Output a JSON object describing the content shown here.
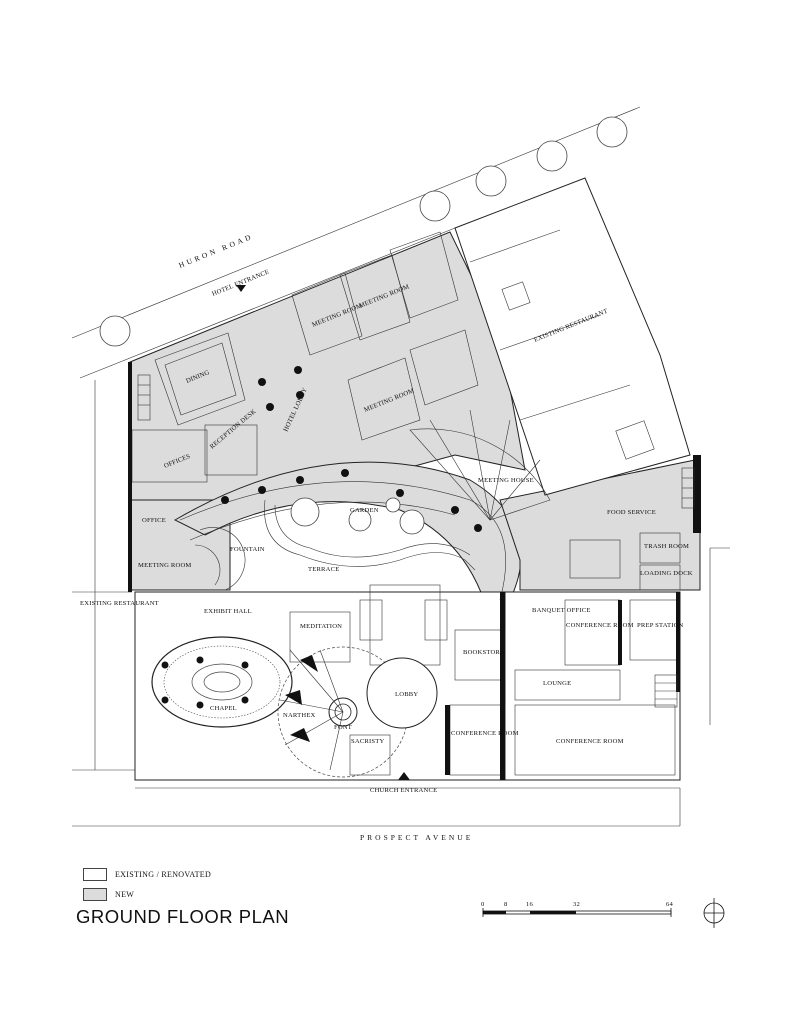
{
  "title": "GROUND FLOOR PLAN",
  "legend": [
    {
      "label": "EXISTING / RENOVATED",
      "fill": "#ffffff"
    },
    {
      "label": "NEW",
      "fill": "#dcdcdc"
    }
  ],
  "streets": {
    "north": "HURON ROAD",
    "south": "PROSPECT AVENUE"
  },
  "entrances": {
    "hotel": "HOTEL ENTRANCE",
    "church": "CHURCH ENTRANCE"
  },
  "rooms": {
    "dining": "DINING",
    "meeting_room_1": "MEETING ROOM",
    "meeting_room_2": "MEETING ROOM",
    "meeting_room_3": "MEETING ROOM",
    "existing_restaurant_1": "EXISTING RESTAURANT",
    "reception_desk": "RECEPTION DESK",
    "hotel_lobby": "HOTEL LOBBY",
    "offices": "OFFICES",
    "meeting_house": "MEETING HOUSE",
    "office": "OFFICE",
    "garden": "GARDEN",
    "food_service": "FOOD SERVICE",
    "trash_room": "TRASH ROOM",
    "fountain": "FOUNTAIN",
    "meeting_room_4": "MEETING ROOM",
    "terrace": "TERRACE",
    "loading_dock": "LOADING DOCK",
    "existing_restaurant_2": "EXISTING RESTAURANT",
    "exhibit_hall": "EXHIBIT HALL",
    "banquet_office": "BANQUET OFFICE",
    "conference_room_1": "CONFERENCE ROOM",
    "prep_station": "PREP STATION",
    "meditation": "MEDITATION",
    "bookstore": "BOOKSTORE",
    "chapel": "CHAPEL",
    "lobby": "LOBBY",
    "lounge": "LOUNGE",
    "narthex": "NARTHEX",
    "font": "FONT",
    "sacristy": "SACRISTY",
    "conference_room_2": "CONFERENCE ROOM",
    "conference_room_3": "CONFERENCE ROOM"
  },
  "scale_bar": {
    "ticks": [
      "0",
      "8",
      "16",
      "32",
      "64"
    ]
  },
  "icons": [
    "north-arrow-icon",
    "entrance-arrow-icon",
    "tree-icon"
  ]
}
